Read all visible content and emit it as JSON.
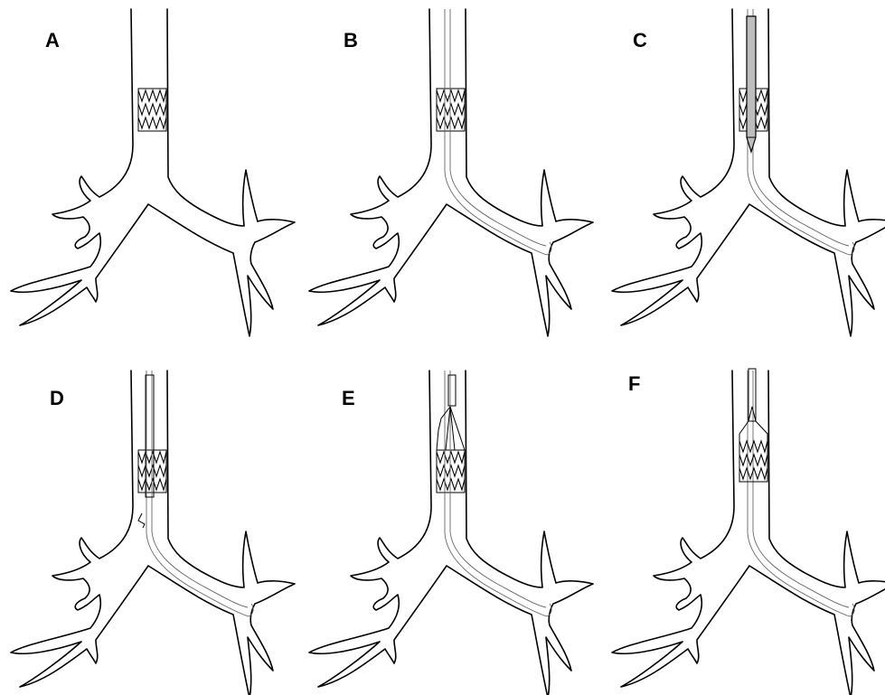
{
  "panels": [
    {
      "id": "a",
      "label": "A",
      "state": "stent-in-trachea"
    },
    {
      "id": "b",
      "label": "B",
      "state": "guidewire-inserted"
    },
    {
      "id": "c",
      "label": "C",
      "state": "rigid-dilator-through-stent"
    },
    {
      "id": "d",
      "label": "D",
      "state": "stent-edge-grasped"
    },
    {
      "id": "e",
      "label": "E",
      "state": "stent-collapsed-by-sutures"
    },
    {
      "id": "f",
      "label": "F",
      "state": "stent-withdrawn-in-sheath"
    }
  ]
}
